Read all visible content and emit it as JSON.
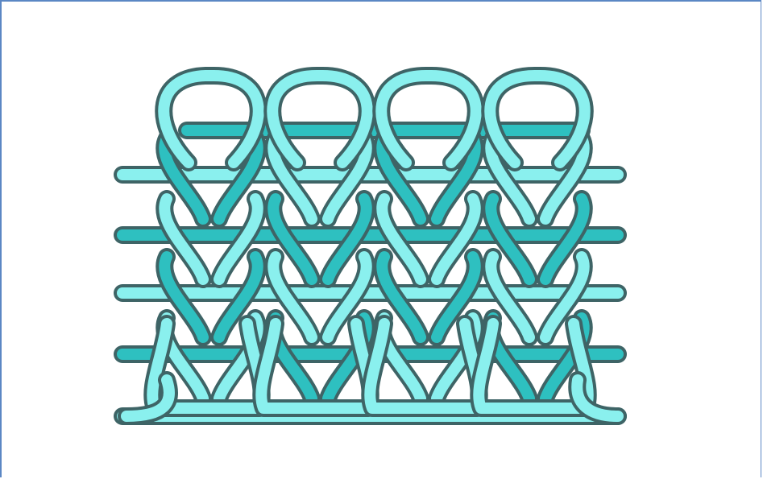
{
  "diagram": {
    "type": "knit-stitch-structure",
    "rows": 5,
    "columns": 4,
    "colors": {
      "light_yarn": "#8af0ee",
      "dark_yarn": "#2ec0c0",
      "outline": "#3e6466",
      "frame_border": "#5b87c4",
      "background": "#ffffff"
    }
  }
}
